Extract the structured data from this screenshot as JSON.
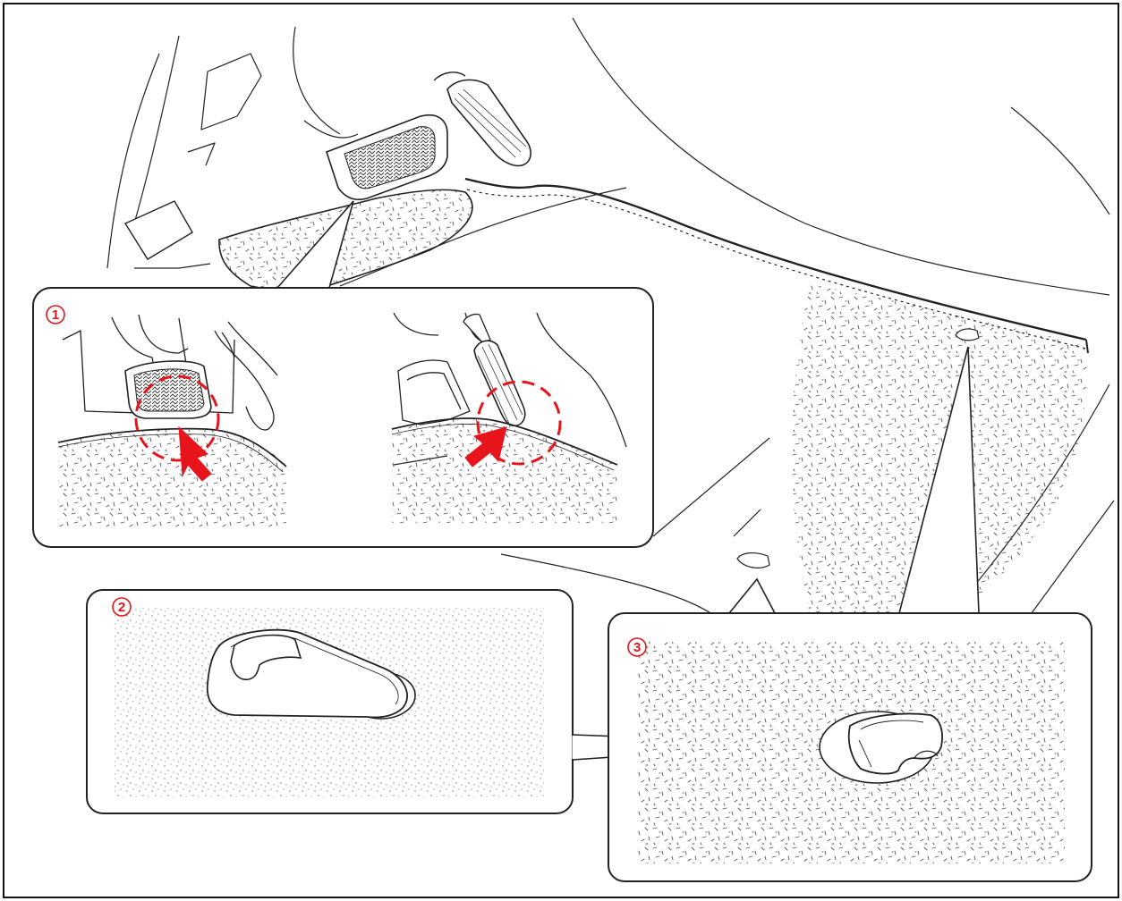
{
  "callouts": [
    {
      "number": "1"
    },
    {
      "number": "2"
    },
    {
      "number": "3"
    }
  ],
  "colors": {
    "line": "#1a1a1a",
    "accent": "#e8141b",
    "carpet": "#555555",
    "background": "#ffffff"
  }
}
